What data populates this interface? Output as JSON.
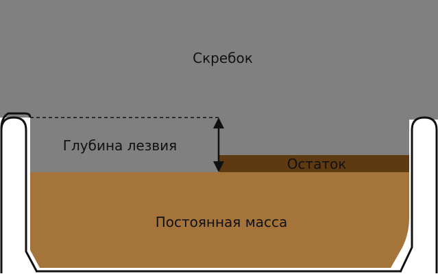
{
  "labels": {
    "scraper": "Скребок",
    "blade_depth": "Глубина лезвия",
    "residue": "Остаток",
    "permanent_mass": "Постоянная масса"
  },
  "colors": {
    "scraper": "#808080",
    "residue": "#5e3a12",
    "permanent_mass": "#a4743a",
    "outline": "#111111",
    "background": "#ffffff"
  }
}
